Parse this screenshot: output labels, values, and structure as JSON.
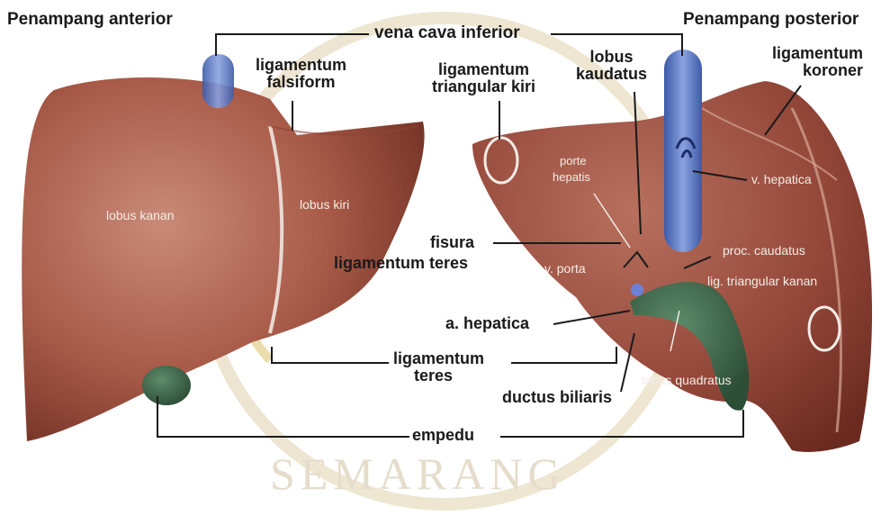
{
  "colors": {
    "liver_dark": "#7a3528",
    "liver_mid": "#a85a48",
    "liver_light": "#c98a78",
    "vein_blue": "#5b78c2",
    "gallbladder_green": "#3f6b4c",
    "leader_line": "#1a1a1a",
    "watermark": "#d9c79a"
  },
  "watermark": {
    "text": "SEMARANG"
  },
  "labels": {
    "penampang_anterior": "Penampang anterior",
    "penampang_posterior": "Penampang posterior",
    "vena_cava_inferior": "vena cava inferior",
    "ligamentum_falsiform_1": "ligamentum",
    "ligamentum_falsiform_2": "falsiform",
    "ligamentum_triangular_kiri_1": "ligamentum",
    "ligamentum_triangular_kiri_2": "triangular kiri",
    "lobus_kaudatus_1": "lobus",
    "lobus_kaudatus_2": "kaudatus",
    "ligamentum_koroner_1": "ligamentum",
    "ligamentum_koroner_2": "koroner",
    "lobus_kanan": "lobus kanan",
    "lobus_kiri": "lobus kiri",
    "porte_hepatis_1": "porte",
    "porte_hepatis_2": "hepatis",
    "v_hepatica": "v. hepatica",
    "fisura": "fisura",
    "ligamentum_teres_fisura": "ligamentum teres",
    "proc_caudatus": "proc. caudatus",
    "v_porta": "v. porta",
    "lig_triangular_kanan": "lig. triangular kanan",
    "a_hepatica": "a. hepatica",
    "ligamentum_teres_1": "ligamentum",
    "ligamentum_teres_2": "teres",
    "ductus_biliaris": "ductus biliaris",
    "lobus_quadratus": "lobus quadratus",
    "empedu": "empedu"
  }
}
